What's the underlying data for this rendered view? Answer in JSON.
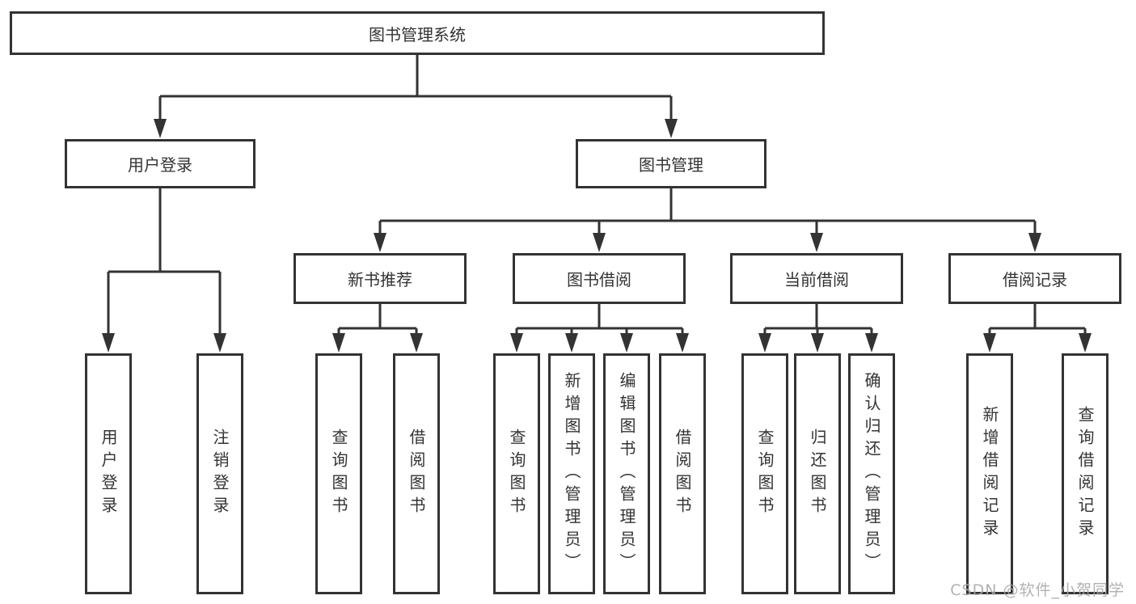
{
  "diagram": {
    "root": {
      "label": "图书管理系统"
    },
    "branches": [
      {
        "label": "用户登录",
        "leaves": [
          {
            "label": "用户登录"
          },
          {
            "label": "注销登录"
          }
        ]
      },
      {
        "label": "图书管理",
        "groups": [
          {
            "label": "新书推荐",
            "leaves": [
              {
                "label": "查询图书"
              },
              {
                "label": "借阅图书"
              }
            ]
          },
          {
            "label": "图书借阅",
            "leaves": [
              {
                "label": "查询图书"
              },
              {
                "label": "新增图书（管理员）"
              },
              {
                "label": "编辑图书（管理员）"
              },
              {
                "label": "借阅图书"
              }
            ]
          },
          {
            "label": "当前借阅",
            "leaves": [
              {
                "label": "查询图书"
              },
              {
                "label": "归还图书"
              },
              {
                "label": "确认归还（管理员）"
              }
            ]
          },
          {
            "label": "借阅记录",
            "leaves": [
              {
                "label": "新增借阅记录"
              },
              {
                "label": "查询借阅记录"
              }
            ]
          }
        ]
      }
    ],
    "watermark": {
      "text": "CSDN @软件_小贺同学"
    },
    "colors": {
      "line": "#333333",
      "box_background": "#ffffff",
      "watermark": "#a9a9a9"
    }
  }
}
